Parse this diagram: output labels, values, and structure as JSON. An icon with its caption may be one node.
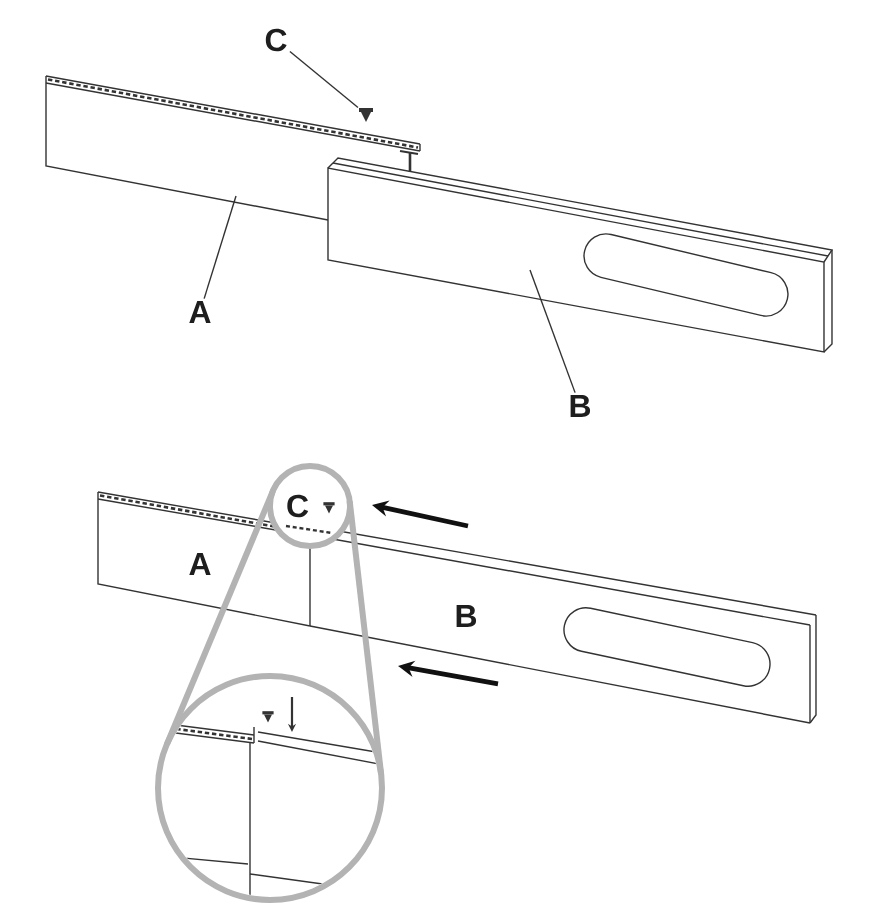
{
  "diagram": {
    "nodes": [
      {
        "text": [
          "C"
        ]
      },
      {
        "text": [],
        "shape": "picture"
      },
      {
        "text": [],
        "shape": "picture",
        "in": 1
      },
      {
        "text": [],
        "shape": "picture"
      },
      {
        "text": [
          "A"
        ]
      },
      {
        "text": [
          "B"
        ]
      },
      {
        "text": [
          "C"
        ]
      },
      {
        "text": [],
        "shape": "circle"
      }
    ],
    "edges": [
      {
        "from": 0,
        "to": 2,
        "arrow": "none"
      },
      {
        "from": 4,
        "to": 1,
        "arrow": "none"
      },
      {
        "from": 5,
        "to": 3,
        "arrow": "none"
      },
      {
        "from": 6,
        "to": 7,
        "arrow": "none",
        "style": "thick",
        "color": "#b3b3b3"
      },
      {
        "from": 6,
        "to": 7,
        "arrow": "none",
        "style": "thick",
        "color": "#b3b3b3"
      }
    ],
    "labels": [
      "A",
      "B"
    ]
  }
}
